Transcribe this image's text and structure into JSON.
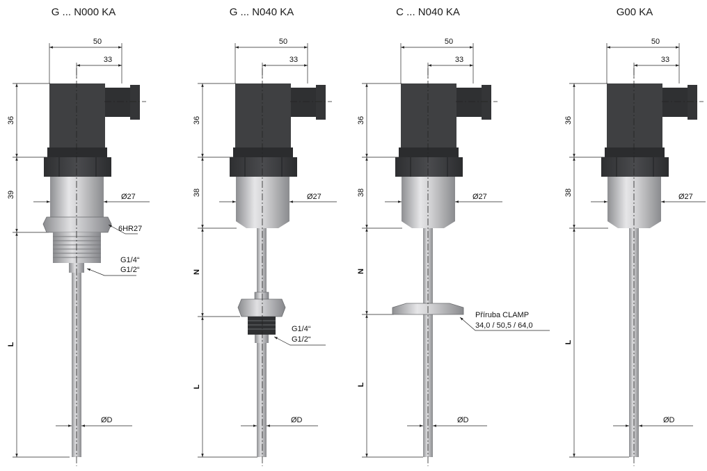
{
  "colors": {
    "housing": "#3f4042",
    "housing_dark": "#2f3032",
    "metal_light": "#d4d4d6",
    "metal_mid": "#a9aaad",
    "metal_dark": "#8a8b8e",
    "line": "#222222"
  },
  "views": [
    {
      "title": "G ... N000 KA",
      "dims": {
        "width": "50",
        "offset": "33",
        "head_h": "36",
        "nut_h": "39",
        "L": "L",
        "dia_body": "Ø27",
        "dia_probe": "ØD"
      },
      "callouts": {
        "hex": "6HR27",
        "thread_a": "G1/4“",
        "thread_b": "G1/2“"
      }
    },
    {
      "title": "G ... N040 KA",
      "dims": {
        "width": "50",
        "offset": "33",
        "head_h": "36",
        "nut_h": "38",
        "N": "N",
        "L": "L",
        "dia_body": "Ø27",
        "dia_probe": "ØD"
      },
      "callouts": {
        "thread_a": "G1/4“",
        "thread_b": "G1/2“"
      }
    },
    {
      "title": "C ... N040 KA",
      "dims": {
        "width": "50",
        "offset": "33",
        "head_h": "36",
        "nut_h": "38",
        "N": "N",
        "L": "L",
        "dia_body": "Ø27",
        "dia_probe": "ØD"
      },
      "callouts": {
        "clamp_a": "Příruba CLAMP",
        "clamp_b": "34,0 / 50,5 / 64,0"
      }
    },
    {
      "title": "G00 KA",
      "dims": {
        "width": "50",
        "offset": "33",
        "head_h": "36",
        "nut_h": "38",
        "L": "L",
        "dia_body": "Ø27",
        "dia_probe": "ØD"
      },
      "callouts": {}
    }
  ]
}
